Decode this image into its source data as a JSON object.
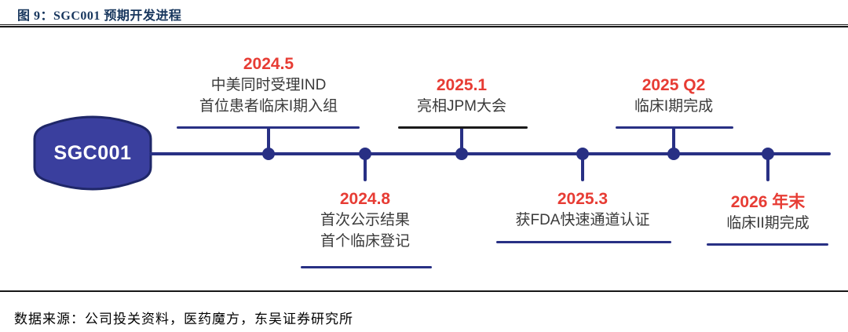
{
  "figure": {
    "title": "图 9：SGC001 预期开发进程",
    "source": "数据来源：公司投关资料，医药魔方，东吴证券研究所"
  },
  "node": {
    "label": "SGC001"
  },
  "timeline": {
    "milestones": [
      {
        "date": "2024.5",
        "position": "above",
        "lines": [
          "中美同时受理IND",
          "首位患者临床I期入组"
        ]
      },
      {
        "date": "2024.8",
        "position": "below",
        "lines": [
          "首次公示结果",
          "首个临床登记"
        ]
      },
      {
        "date": "2025.1",
        "position": "above",
        "lines": [
          "亮相JPM大会"
        ]
      },
      {
        "date": "2025.3",
        "position": "below",
        "lines": [
          "获FDA快速通道认证"
        ]
      },
      {
        "date": "2025 Q2",
        "position": "above",
        "lines": [
          "临床I期完成"
        ]
      },
      {
        "date": "2026 年末",
        "position": "below",
        "lines": [
          "临床II期完成"
        ]
      }
    ]
  },
  "colors": {
    "timeline_navy": "#283084",
    "node_fill": "#3a3f9e",
    "node_border": "#1f2768",
    "date_red": "#e73c34",
    "text_dark": "#3a3a3a",
    "jpm_underline_black": "#1a1a1a",
    "title_navy": "#17365d"
  }
}
